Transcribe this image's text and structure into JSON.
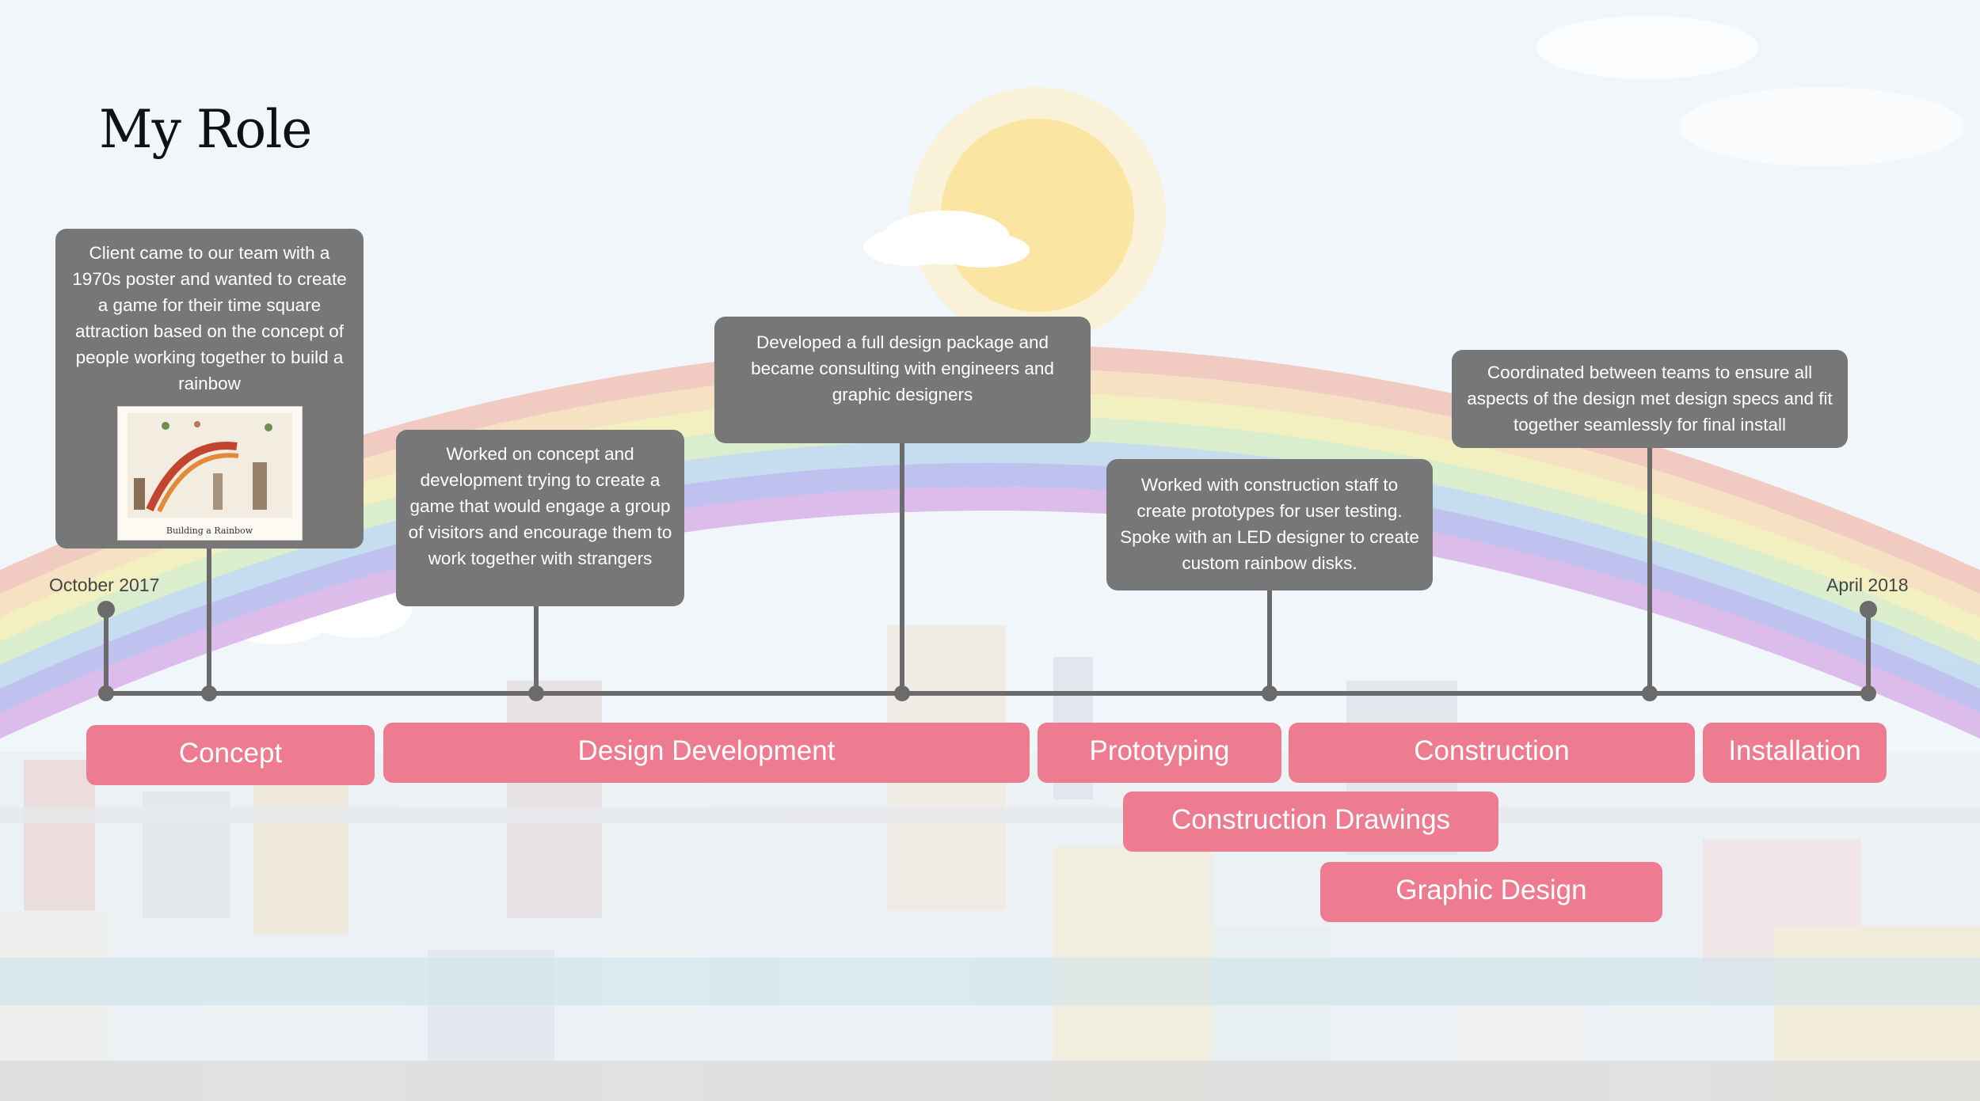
{
  "title": "My Role",
  "dates": {
    "start": "October 2017",
    "end": "April 2018"
  },
  "callouts": [
    {
      "text": "Client came to our team with a 1970s poster and wanted to create a game for their time square attraction based on the concept of people working together to build a rainbow",
      "image_caption": "Building a Rainbow"
    },
    {
      "text": "Worked on concept and development trying to create a game that would engage a group of visitors and encourage them to work together with strangers"
    },
    {
      "text": "Developed a full design package and became consulting with engineers and graphic designers"
    },
    {
      "text": "Worked with construction staff to create prototypes for user testing. Spoke with an LED designer to create custom rainbow disks."
    },
    {
      "text": "Coordinated between teams to ensure all aspects of the design met design specs  and fit together seamlessly for final install"
    }
  ],
  "phases": [
    {
      "label": "Concept"
    },
    {
      "label": "Design Development"
    },
    {
      "label": "Prototyping"
    },
    {
      "label": "Construction"
    },
    {
      "label": "Installation"
    },
    {
      "label": "Construction Drawings"
    },
    {
      "label": "Graphic Design"
    }
  ],
  "colors": {
    "phase": "#ee7c91",
    "callout": "#777777",
    "line": "#6b6b6b"
  }
}
